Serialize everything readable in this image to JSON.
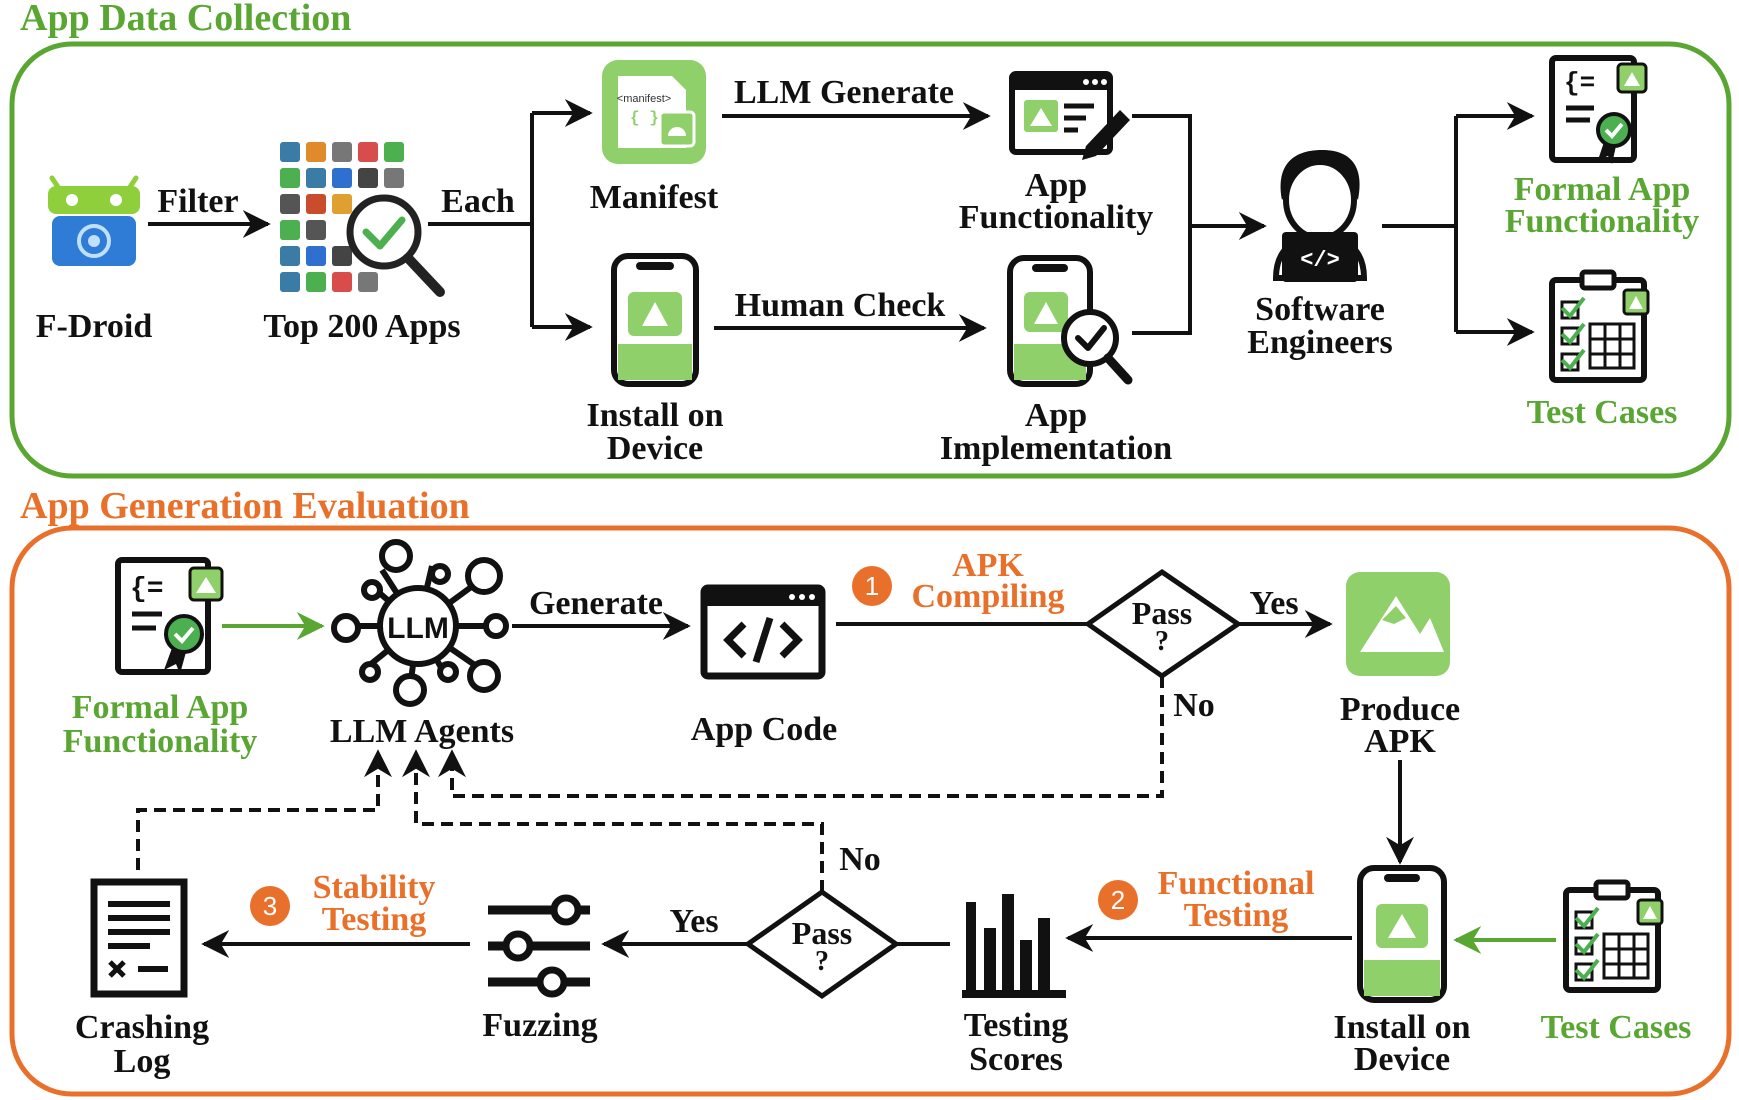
{
  "colors": {
    "top_section": "#5aa632",
    "bottom_section": "#e8702a",
    "app_green": "#8fd06a",
    "ink": "#111111"
  },
  "top": {
    "title": "App Data Collection",
    "nodes": {
      "fdroid": "F-Droid",
      "top_apps": "Top 200 Apps",
      "manifest": "Manifest",
      "manifest_doc": "<manifest>",
      "install1": "Install on",
      "install2": "Device",
      "func1": "App",
      "func2": "Functionality",
      "impl1": "App",
      "impl2": "Implementation",
      "eng1": "Software",
      "eng2": "Engineers",
      "formal1": "Formal App",
      "formal2": "Functionality",
      "tests": "Test Cases"
    },
    "edges": {
      "filter": "Filter",
      "each": "Each",
      "llm_generate": "LLM Generate",
      "human_check": "Human Check"
    }
  },
  "bottom": {
    "title": "App Generation Evaluation",
    "nodes": {
      "formal1": "Formal App",
      "formal2": "Functionality",
      "agents": "LLM Agents",
      "llm_badge": "LLM",
      "code": "App Code",
      "pass_q1": "Pass",
      "pass_q2": "?",
      "produce1": "Produce",
      "produce2": "APK",
      "install1": "Install on",
      "install2": "Device",
      "tests": "Test Cases",
      "scores1": "Testing",
      "scores2": "Scores",
      "fuzz": "Fuzzing",
      "log1": "Crashing",
      "log2": "Log"
    },
    "edges": {
      "generate": "Generate",
      "yes": "Yes",
      "no": "No"
    },
    "steps": [
      {
        "num": "1",
        "line1": "APK",
        "line2": "Compiling"
      },
      {
        "num": "2",
        "line1": "Functional",
        "line2": "Testing"
      },
      {
        "num": "3",
        "line1": "Stability",
        "line2": "Testing"
      }
    ]
  }
}
